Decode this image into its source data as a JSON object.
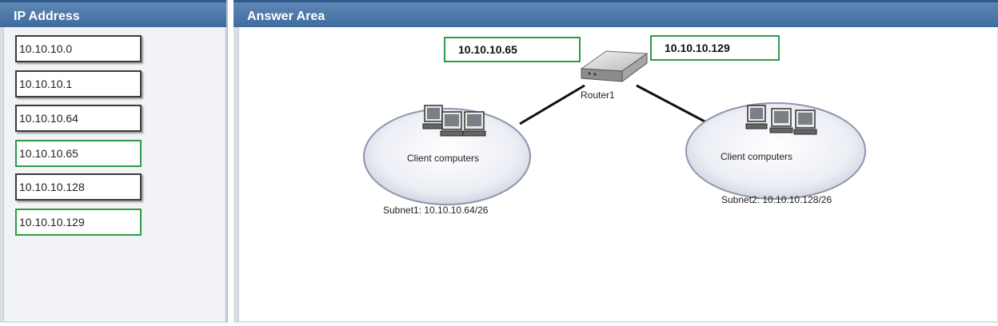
{
  "left_panel": {
    "title": "IP Address",
    "items": [
      {
        "label": "10.10.10.0",
        "selected": false
      },
      {
        "label": "10.10.10.1",
        "selected": false
      },
      {
        "label": "10.10.10.64",
        "selected": false
      },
      {
        "label": "10.10.10.65",
        "selected": true
      },
      {
        "label": "10.10.10.128",
        "selected": false
      },
      {
        "label": "10.10.10.129",
        "selected": true
      }
    ]
  },
  "answer_area": {
    "title": "Answer Area",
    "router_interface_1": "10.10.10.65",
    "router_interface_2": "10.10.10.129",
    "router_label": "Router1",
    "subnet1": {
      "clients_label": "Client computers",
      "label": "Subnet1: 10.10.10.64/26"
    },
    "subnet2": {
      "clients_label": "Client computers",
      "label": "Subnet2: 10.10.10.128/26"
    }
  },
  "colors": {
    "accent_selected": "#2f9a47",
    "header": "#4a76a8"
  }
}
